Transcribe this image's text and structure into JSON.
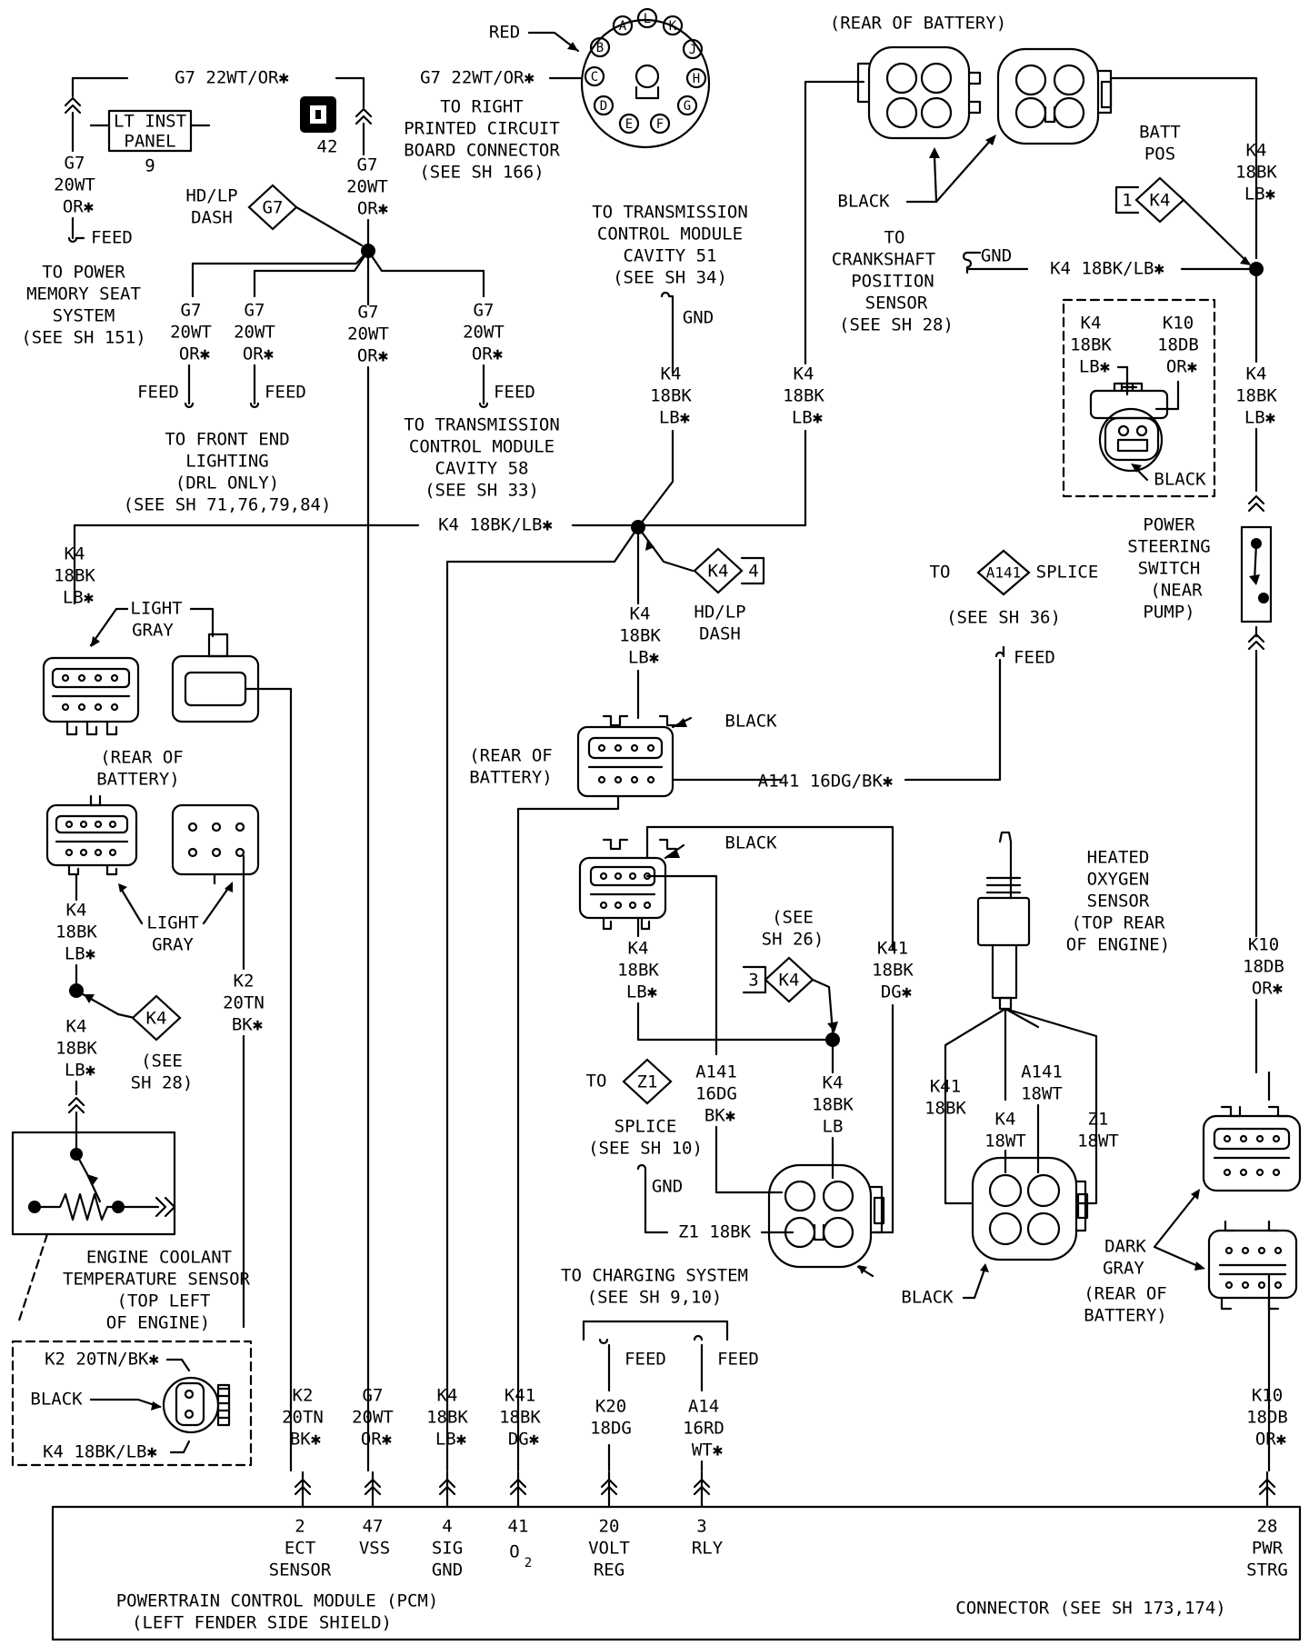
{
  "pcm": {
    "line1": "POWERTRAIN CONTROL MODULE (PCM)",
    "line2": "(LEFT FENDER SIDE SHIELD)",
    "connector_note": "CONNECTOR (SEE SH 173,174)",
    "pins": [
      {
        "num": "2",
        "l1": "ECT",
        "l2": "SENSOR",
        "w1": "K2",
        "w2": "20TN",
        "w3": "BK✱"
      },
      {
        "num": "47",
        "l1": "VSS",
        "l2": "",
        "w1": "G7",
        "w2": "20WT",
        "w3": "OR✱"
      },
      {
        "num": "4",
        "l1": "SIG",
        "l2": "GND",
        "w1": "K4",
        "w2": "18BK",
        "w3": "LB✱"
      },
      {
        "num": "41",
        "l1": "O",
        "l2": "2",
        "w1": "K41",
        "w2": "18BK",
        "w3": "DG✱"
      },
      {
        "num": "20",
        "l1": "VOLT",
        "l2": "REG",
        "w1": "K20",
        "w2": "18DG",
        "w3": ""
      },
      {
        "num": "3",
        "l1": "RLY",
        "l2": "",
        "w1": "A14",
        "w2": "16RD",
        "w3": "WT✱"
      },
      {
        "num": "28",
        "l1": "PWR",
        "l2": "STRG",
        "w1": "K10",
        "w2": "18DB",
        "w3": "OR✱"
      }
    ]
  },
  "top": {
    "red": "RED",
    "g7_left": "G7 22WT/OR✱",
    "g7_right": "G7 22WT/OR✱",
    "lt_inst_panel": [
      "LT INST",
      "PANEL"
    ],
    "lt_inst_num": "9",
    "splice_num": "42",
    "right_pcb": [
      "TO RIGHT",
      "PRINTED CIRCUIT",
      "BOARD CONNECTOR",
      "(SEE SH 166)"
    ],
    "cluster_pins": [
      "A",
      "L",
      "K",
      "B",
      "J",
      "C",
      "H",
      "D",
      "G",
      "E",
      "F"
    ],
    "hdlp_dash_g7": [
      "HD/LP",
      "DASH"
    ],
    "g7_diamond": "G7",
    "g7_20wt": [
      "G7",
      "20WT",
      "OR✱"
    ],
    "feed": "FEED",
    "power_memory": [
      "TO POWER",
      "MEMORY SEAT",
      "SYSTEM",
      "(SEE SH 151)"
    ],
    "front_end": [
      "TO FRONT END",
      "LIGHTING",
      "(DRL ONLY)",
      "(SEE SH 71,76,79,84)"
    ],
    "tcm58": [
      "TO TRANSMISSION",
      "CONTROL MODULE",
      "CAVITY 58",
      "(SEE SH 33)"
    ],
    "tcm51": [
      "TO TRANSMISSION",
      "CONTROL MODULE",
      "CAVITY 51",
      "(SEE SH 34)"
    ],
    "gnd": "GND",
    "rear_battery_top": "(REAR OF BATTERY)",
    "black": "BLACK",
    "crank": [
      "TO",
      "CRANKSHAFT",
      "POSITION",
      "SENSOR",
      "(SEE SH 28)"
    ],
    "k4_18bk_lb_h": "K4 18BK/LB✱",
    "batt_pos": [
      "BATT",
      "POS"
    ],
    "k4_diamond": "K4",
    "one": "1",
    "k4_wire": [
      "K4",
      "18BK",
      "LB✱"
    ],
    "k10_wire": [
      "K10",
      "18DB",
      "OR✱"
    ],
    "ps_switch": [
      "POWER",
      "STEERING",
      "SWITCH",
      "(NEAR",
      "PUMP)"
    ]
  },
  "middle": {
    "hdlp_dash_k4": [
      "HD/LP",
      "DASH"
    ],
    "four": "4",
    "light_gray": [
      "LIGHT",
      "GRAY"
    ],
    "rear_battery": [
      "(REAR OF",
      "BATTERY)"
    ],
    "a141_splice": [
      "TO",
      "A141",
      "SPLICE",
      "(SEE SH 36)"
    ],
    "a141_wire": "A141 16DG/BK✱",
    "see_sh26": [
      "(SEE",
      "SH 26)"
    ],
    "three": "3",
    "see_sh28": [
      "(SEE",
      "SH 28)"
    ],
    "k2_wire": [
      "K2",
      "20TN",
      "BK✱"
    ],
    "k41_wire": [
      "K41",
      "18BK",
      "DG✱"
    ],
    "a141_16dg": [
      "A141",
      "16DG",
      "BK✱"
    ],
    "k4_18bk_lb": [
      "K4",
      "18BK",
      "LB"
    ],
    "z1_splice": [
      "TO",
      "Z1",
      "SPLICE",
      "(SEE SH 10)"
    ],
    "z1_18bk": "Z1 18BK",
    "ho2s": [
      "HEATED",
      "OXYGEN",
      "SENSOR",
      "(TOP REAR",
      "OF ENGINE)"
    ],
    "ho2s_wires": [
      [
        "K41",
        "18BK"
      ],
      [
        "K4",
        "18WT"
      ],
      [
        "A141",
        "18WT"
      ],
      [
        "Z1",
        "18WT"
      ]
    ],
    "dark_gray": [
      "DARK",
      "GRAY",
      "(REAR OF",
      "BATTERY)"
    ],
    "ect": [
      "ENGINE COOLANT",
      "TEMPERATURE SENSOR",
      "(TOP LEFT",
      "OF ENGINE)"
    ],
    "ect_conn": [
      "K2 20TN/BK✱",
      "BLACK",
      "K4 18BK/LB✱"
    ],
    "charging": [
      "TO CHARGING SYSTEM",
      "(SEE SH 9,10)"
    ]
  }
}
